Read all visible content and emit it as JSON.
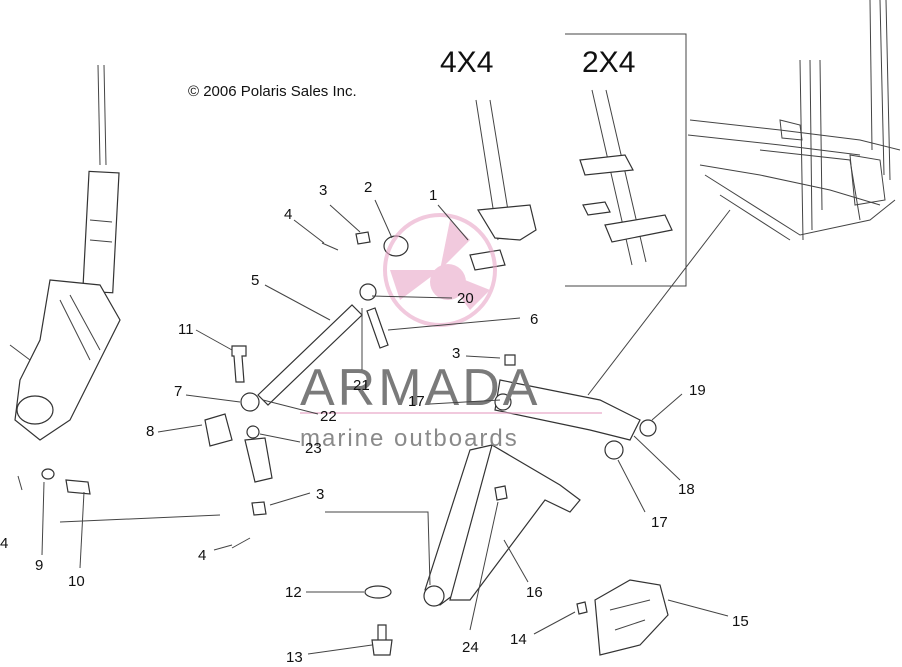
{
  "copyright": "© 2006 Polaris Sales Inc.",
  "variants": {
    "left": "4X4",
    "right": "2X4"
  },
  "watermark": {
    "brand": "ARMADA",
    "tagline": "marine outboards",
    "accent_color": "#e8a6c8"
  },
  "callouts": [
    {
      "id": "c1",
      "label": "1"
    },
    {
      "id": "c2",
      "label": "2"
    },
    {
      "id": "c3a",
      "label": "3"
    },
    {
      "id": "c3b",
      "label": "3"
    },
    {
      "id": "c3c",
      "label": "3"
    },
    {
      "id": "c4a",
      "label": "4"
    },
    {
      "id": "c4b",
      "label": "4"
    },
    {
      "id": "c4c",
      "label": "4"
    },
    {
      "id": "c5",
      "label": "5"
    },
    {
      "id": "c6",
      "label": "6"
    },
    {
      "id": "c7",
      "label": "7"
    },
    {
      "id": "c8",
      "label": "8"
    },
    {
      "id": "c9",
      "label": "9"
    },
    {
      "id": "c10",
      "label": "10"
    },
    {
      "id": "c11",
      "label": "11"
    },
    {
      "id": "c12",
      "label": "12"
    },
    {
      "id": "c13",
      "label": "13"
    },
    {
      "id": "c14",
      "label": "14"
    },
    {
      "id": "c15",
      "label": "15"
    },
    {
      "id": "c16",
      "label": "16"
    },
    {
      "id": "c17a",
      "label": "17"
    },
    {
      "id": "c17b",
      "label": "17"
    },
    {
      "id": "c18",
      "label": "18"
    },
    {
      "id": "c19",
      "label": "19"
    },
    {
      "id": "c20",
      "label": "20"
    },
    {
      "id": "c21",
      "label": "21"
    },
    {
      "id": "c22",
      "label": "22"
    },
    {
      "id": "c23",
      "label": "23"
    },
    {
      "id": "c24",
      "label": "24"
    }
  ]
}
